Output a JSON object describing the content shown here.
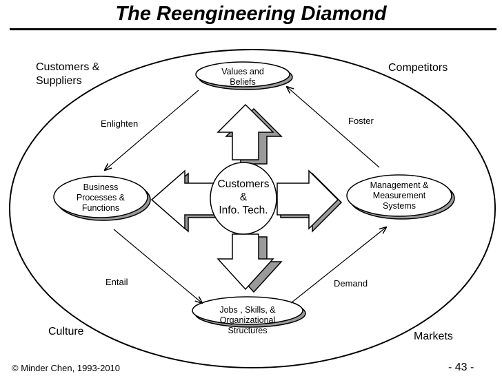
{
  "title": "The Reengineering Diamond",
  "corners": {
    "top_left": [
      "Customers &",
      "Suppliers"
    ],
    "top_right": "Competitors",
    "bottom_left": "Culture",
    "bottom_right": "Markets"
  },
  "nodes": {
    "values": [
      "Values and",
      "Beliefs"
    ],
    "business": [
      "Business",
      "Processes &",
      "Functions"
    ],
    "management": [
      "Management &",
      "Measurement",
      "Systems"
    ],
    "jobs": [
      "Jobs , Skills, &",
      "Organizational",
      "Structures"
    ],
    "center": [
      "Customers",
      "&",
      "Info. Tech."
    ]
  },
  "edges": {
    "enlighten": "Enlighten",
    "foster": "Foster",
    "entail": "Entail",
    "demand": "Demand"
  },
  "footer": {
    "copyright": "© Minder Chen, 1993-2010",
    "page": "- 43 -"
  }
}
